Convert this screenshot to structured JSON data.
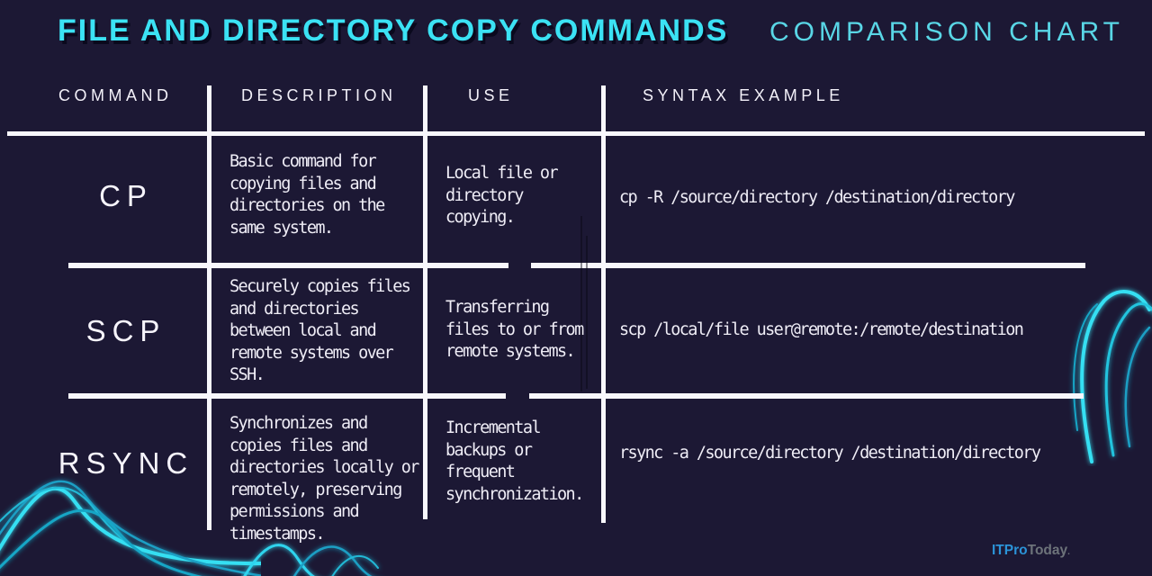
{
  "colors": {
    "background": "#1c1834",
    "title_cyan": "#3be2f4",
    "subtitle_cyan": "#59d6e6",
    "rule_white": "#f8f7fc",
    "body_text": "#efedf6",
    "glow_cyan": "#2fd4ee",
    "logo_blue": "#2b93d8",
    "logo_gray": "#6d737a"
  },
  "header": {
    "title": "FILE AND DIRECTORY COPY COMMANDS",
    "subtitle": "COMPARISON CHART"
  },
  "table": {
    "columns": [
      "COMMAND",
      "DESCRIPTION",
      "USE",
      "SYNTAX EXAMPLE"
    ],
    "rows": [
      {
        "command": "CP",
        "description": "Basic command for\ncopying files and\ndirectories on the\nsame system.",
        "use": "Local file or\ndirectory\ncopying.",
        "syntax": "cp -R /source/directory /destination/directory"
      },
      {
        "command": "SCP",
        "description": "Securely copies files\nand directories\nbetween local and\nremote systems over\nSSH.",
        "use": "Transferring\nfiles to or from\nremote systems.",
        "syntax": "scp /local/file user@remote:/remote/destination"
      },
      {
        "command": "RSYNC",
        "description": "Synchronizes and\ncopies files and\ndirectories locally or\nremotely, preserving\npermissions and\ntimestamps.",
        "use": "Incremental\nbackups or\nfrequent\nsynchronization.",
        "syntax": "rsync -a /source/directory /destination/directory"
      }
    ]
  },
  "branding": {
    "logo_primary": "ITPro",
    "logo_secondary": "Today",
    "logo_mark": "."
  },
  "chart_data": {
    "type": "table",
    "title": "FILE AND DIRECTORY COPY COMMANDS — COMPARISON CHART",
    "columns": [
      "COMMAND",
      "DESCRIPTION",
      "USE",
      "SYNTAX EXAMPLE"
    ],
    "rows": [
      [
        "CP",
        "Basic command for copying files and directories on the same system.",
        "Local file or directory copying.",
        "cp -R /source/directory /destination/directory"
      ],
      [
        "SCP",
        "Securely copies files and directories between local and remote systems over SSH.",
        "Transferring files to or from remote systems.",
        "scp /local/file user@remote:/remote/destination"
      ],
      [
        "RSYNC",
        "Synchronizes and copies files and directories locally or remotely, preserving permissions and timestamps.",
        "Incremental backups or frequent synchronization.",
        "rsync -a /source/directory /destination/directory"
      ]
    ]
  }
}
